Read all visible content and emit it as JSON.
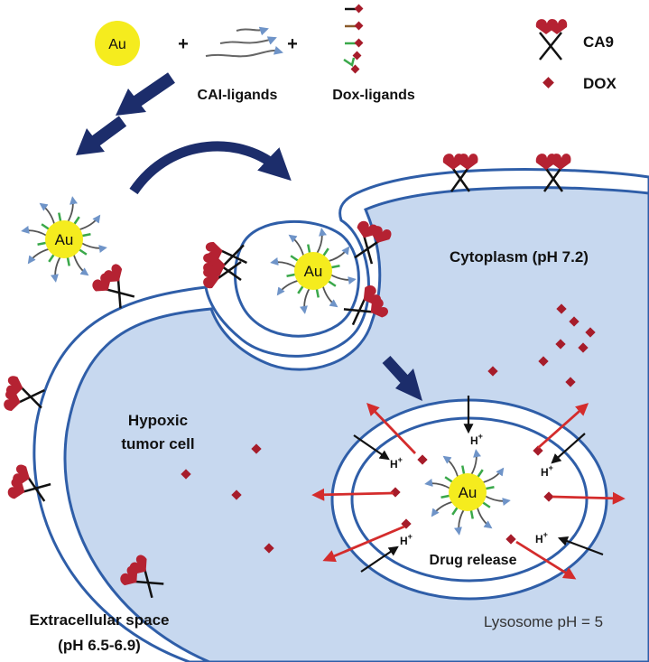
{
  "labels": {
    "au": "Au",
    "cai_ligands": "CAI-ligands",
    "dox_ligands": "Dox-ligands",
    "ca9": "CA9",
    "dox": "DOX",
    "cytoplasm": "Cytoplasm (pH 7.2)",
    "hypoxic_line1": "Hypoxic",
    "hypoxic_line2": "tumor cell",
    "extracellular_line1": "Extracellular space",
    "extracellular_line2": "(pH 6.5-6.9)",
    "drug_release": "Drug release",
    "lysosome": "Lysosome pH = 5",
    "proton": "H",
    "plus": "+"
  },
  "colors": {
    "gold": "#f5ec1e",
    "cell_fill": "#c7d8ef",
    "membrane": "#2f5ea8",
    "dox": "#a61c2a",
    "arrow_navy": "#1c2d6b",
    "red_arrow": "#d42c2c",
    "ligand_arrow": "#6f94c8"
  }
}
